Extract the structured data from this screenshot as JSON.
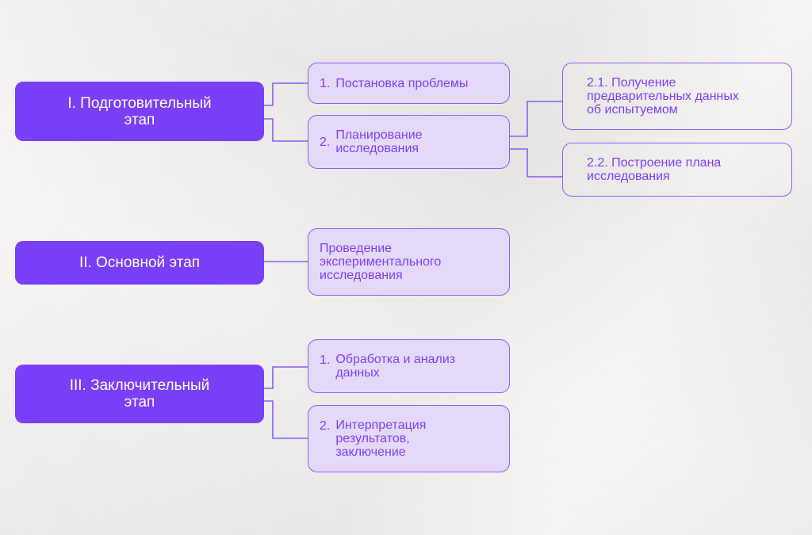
{
  "colors": {
    "accent": "#7a3ff8",
    "sub_fill": "#e5d9fa",
    "border": "#8a5cf5",
    "background": "#efedeb"
  },
  "stages": [
    {
      "label": "I. Подготовительный\nэтап",
      "items": [
        {
          "num": "1.",
          "text": "Постановка проблемы"
        },
        {
          "num": "2.",
          "text": "Планирование\nисследования",
          "children": [
            {
              "text": "2.1. Получение\nпредварительных данных\nоб испытуемом"
            },
            {
              "text": "2.2. Построение плана\nисследования"
            }
          ]
        }
      ]
    },
    {
      "label": "II. Основной этап",
      "items": [
        {
          "num": "",
          "text": "Проведение\nэкспериментального\nисследования"
        }
      ]
    },
    {
      "label": "III. Заключительный\nэтап",
      "items": [
        {
          "num": "1.",
          "text": "Обработка и анализ\nданных"
        },
        {
          "num": "2.",
          "text": "Интерпретация\nрезультатов,\nзаключение"
        }
      ]
    }
  ]
}
